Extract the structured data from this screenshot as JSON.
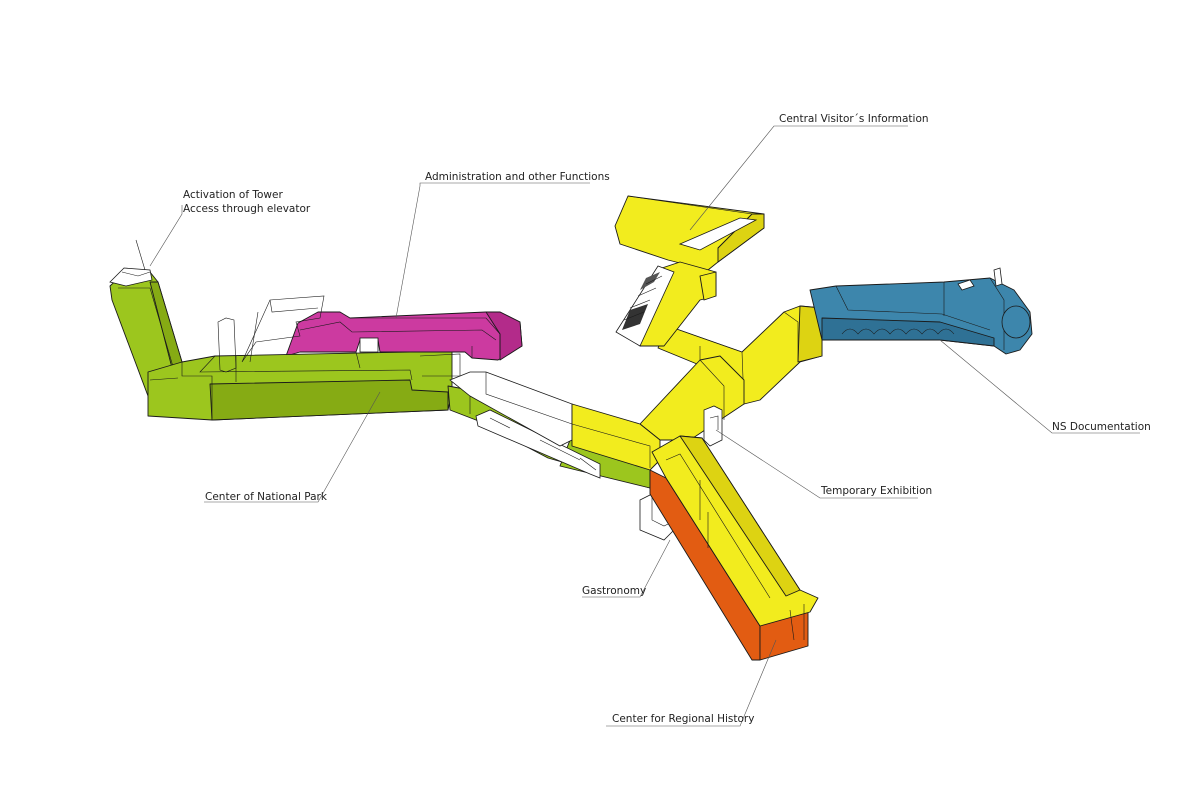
{
  "labels": {
    "tower_line1": "Activation of Tower",
    "tower_line2": "Access through elevator",
    "administration": "Administration and other Functions",
    "central_info": "Central Visitor´s Information",
    "ns_doc": "NS Documentation",
    "temp_exhibition": "Temporary Exhibition",
    "national_park": "Center of National Park",
    "gastronomy": "Gastronomy",
    "regional_history": "Center for Regional History"
  },
  "colors": {
    "green": "#9cc61e",
    "green_dark": "#86ab14",
    "magenta": "#cc3aa0",
    "magenta_dark": "#b32b8a",
    "yellow": "#f2ec1e",
    "yellow_dark": "#ddd312",
    "blue": "#3d86ac",
    "blue_dark": "#2f7195",
    "orange": "#e25c12",
    "orange_dark": "#c94c08",
    "outline": "#1a1a1a",
    "leader": "#555555",
    "background": "#ffffff"
  }
}
